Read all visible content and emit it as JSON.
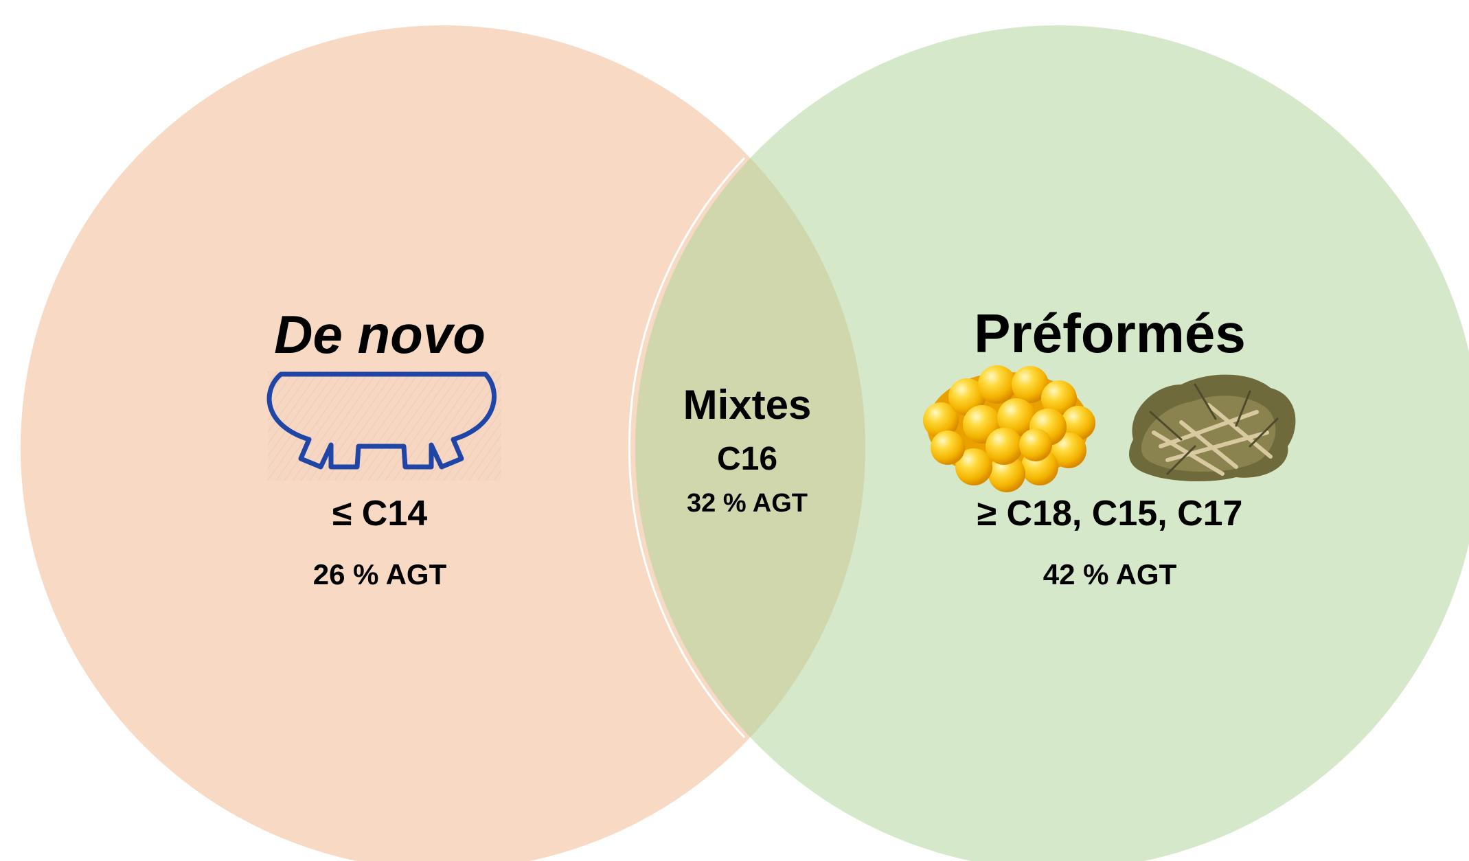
{
  "diagram": {
    "type": "venn",
    "colors": {
      "left_circle": "#f7d9c4",
      "right_circle": "#d5e8c9",
      "intersection": "#d1d7ad",
      "udder_outline": "#1f45a6",
      "boundary": "#ffffff"
    },
    "left": {
      "title": "De novo",
      "chain": "≤ C14",
      "share": "26 % AGT",
      "icon": "udder-icon"
    },
    "middle": {
      "title": "Mixtes",
      "chain": "C16",
      "share": "32 % AGT"
    },
    "right": {
      "title": "Préformés",
      "chain": "≥ C18, C15, C17",
      "share": "42 % AGT",
      "icons": [
        "corn-kernels-icon",
        "hay-forage-icon"
      ]
    }
  }
}
